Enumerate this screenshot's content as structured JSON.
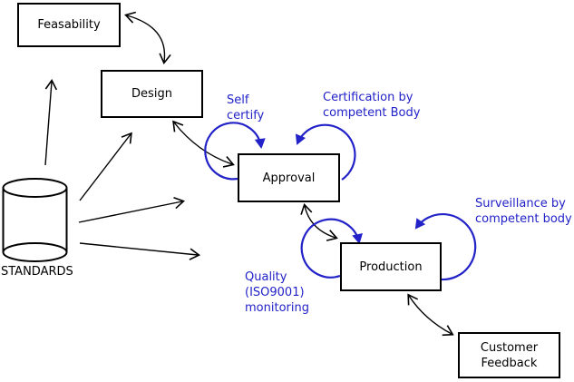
{
  "nodes": {
    "feasability": {
      "label": "Feasability"
    },
    "design": {
      "label": "Design"
    },
    "approval": {
      "label": "Approval"
    },
    "production": {
      "label": "Production"
    },
    "customer_feedback": {
      "label": "Customer\nFeedback"
    },
    "standards": {
      "label": "STANDARDS",
      "shape": "cylinder"
    }
  },
  "annotations": {
    "self_certify": {
      "label": "Self\ncertify",
      "attached_to": "approval"
    },
    "certification": {
      "label": "Certification by\ncompetent Body",
      "attached_to": "approval"
    },
    "surveillance": {
      "label": "Surveillance by\ncompetent body",
      "attached_to": "production"
    },
    "quality": {
      "label": "Quality\n(ISO9001)\nmonitoring",
      "attached_to": "production"
    }
  },
  "edges": [
    {
      "from": "standards",
      "to": "feasability",
      "direction": "one-way",
      "color": "#000000"
    },
    {
      "from": "standards",
      "to": "design",
      "direction": "one-way",
      "color": "#000000"
    },
    {
      "from": "standards",
      "to": "approval",
      "direction": "one-way",
      "color": "#000000"
    },
    {
      "from": "standards",
      "to": "production",
      "direction": "one-way",
      "color": "#000000"
    },
    {
      "from": "feasability",
      "to": "design",
      "direction": "two-way",
      "color": "#000000"
    },
    {
      "from": "design",
      "to": "approval",
      "direction": "two-way",
      "color": "#000000"
    },
    {
      "from": "approval",
      "to": "production",
      "direction": "two-way",
      "color": "#000000"
    },
    {
      "from": "production",
      "to": "customer_feedback",
      "direction": "two-way",
      "color": "#000000"
    },
    {
      "node": "approval",
      "type": "self-loop",
      "annotation": "self_certify",
      "color": "#2222c8"
    },
    {
      "node": "approval",
      "type": "self-loop",
      "annotation": "certification",
      "color": "#2222c8"
    },
    {
      "node": "production",
      "type": "self-loop",
      "annotation": "quality",
      "color": "#2222c8"
    },
    {
      "node": "production",
      "type": "self-loop",
      "annotation": "surveillance",
      "color": "#2222c8"
    }
  ],
  "colors": {
    "line_black": "#000000",
    "annotation_blue": "#2222c8",
    "background": "#ffffff"
  }
}
